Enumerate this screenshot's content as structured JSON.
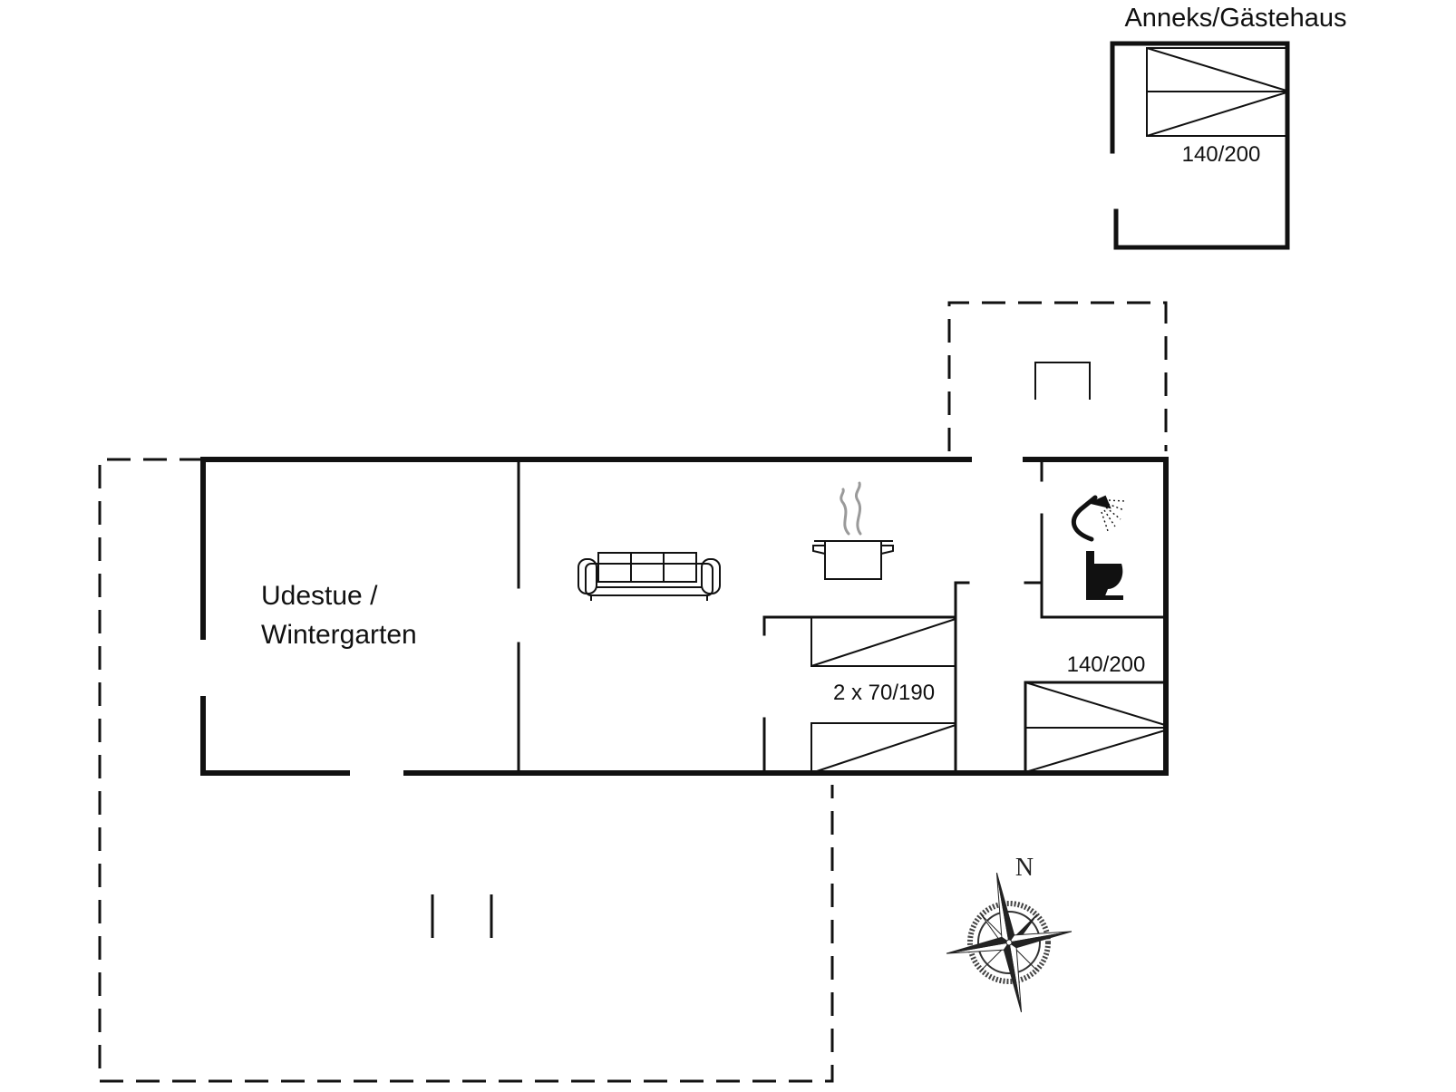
{
  "annex": {
    "title": "Anneks/Gästehaus",
    "bed_label": "140/200"
  },
  "rooms": {
    "sunroom_line1": "Udestue /",
    "sunroom_line2": "Wintergarten"
  },
  "beds": {
    "twin_label": "2 x 70/190",
    "double_label": "140/200"
  },
  "compass": {
    "north_label": "N"
  },
  "icons": [
    "sofa-icon",
    "cooking-pot-icon",
    "shower-icon",
    "toilet-icon",
    "compass-rose-icon",
    "bed-icon"
  ],
  "colors": {
    "wall": "#111111",
    "background": "#ffffff"
  }
}
